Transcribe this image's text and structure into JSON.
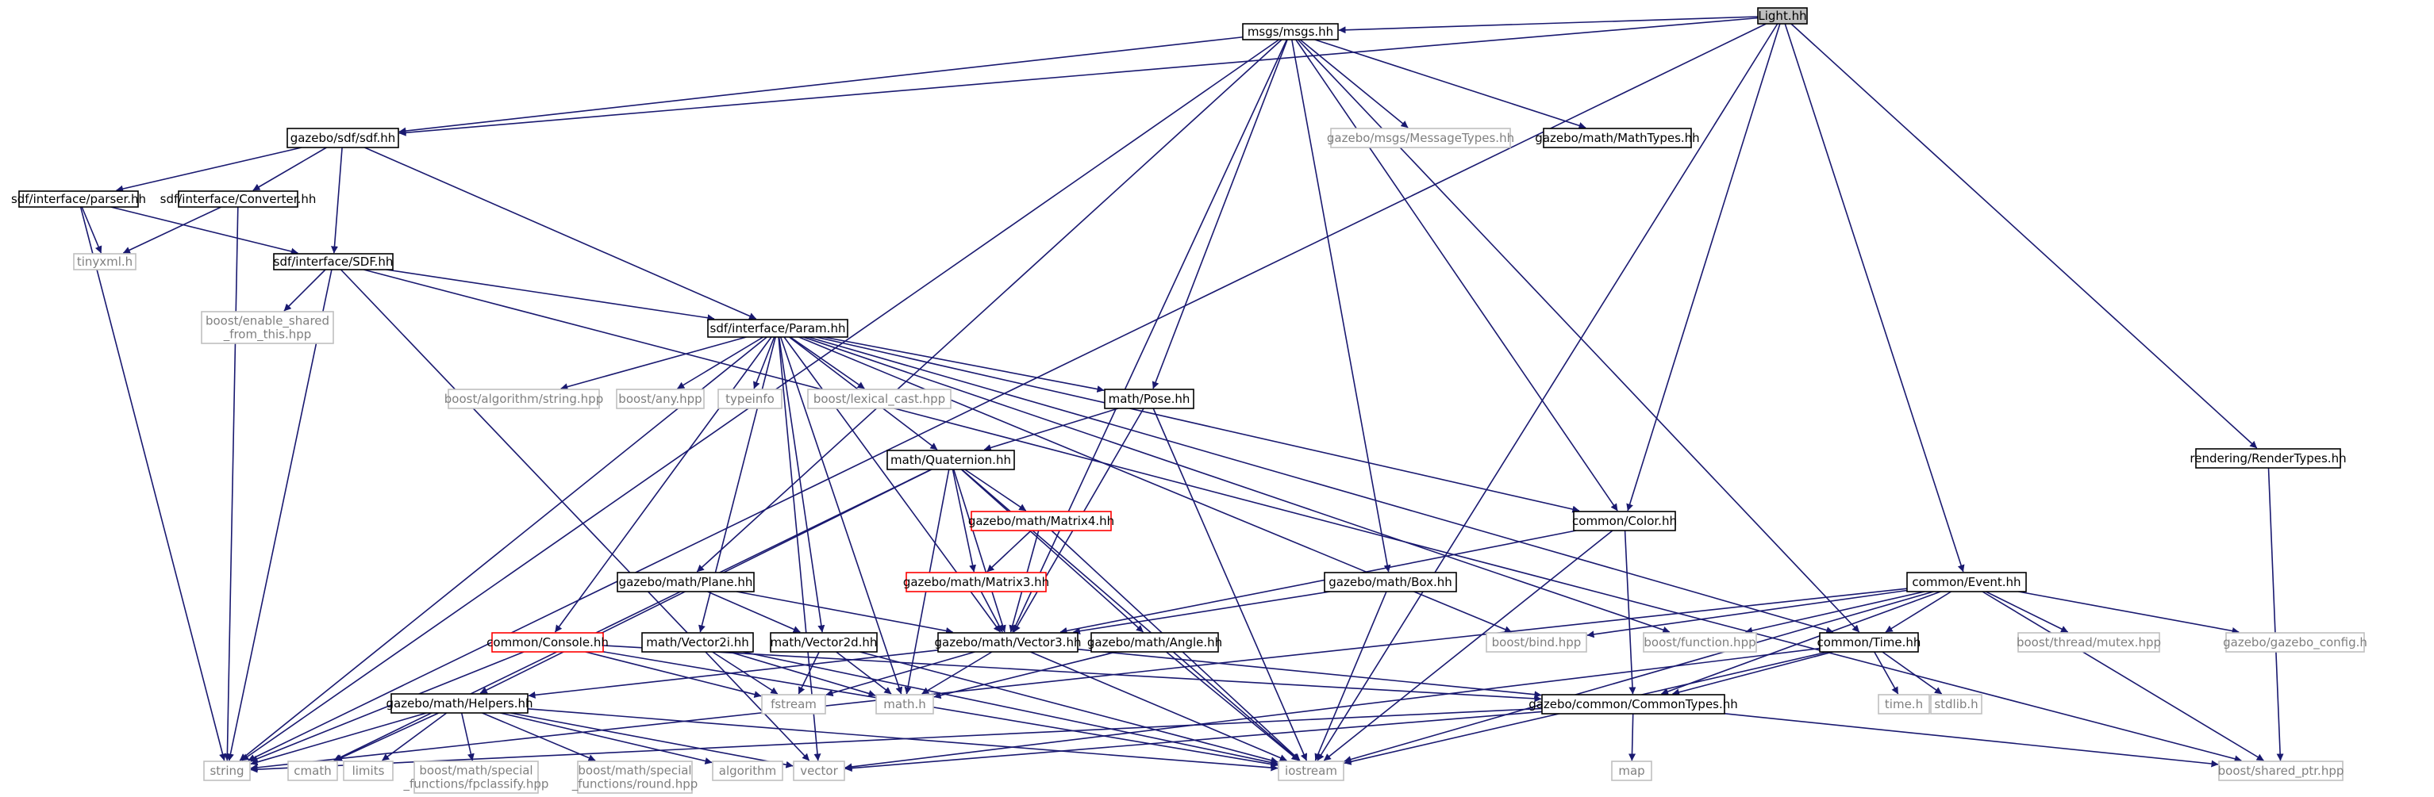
{
  "diagram": {
    "type": "include-dependency-graph",
    "nodes": [
      {
        "id": "root",
        "label": "Light.hh",
        "kind": "root"
      },
      {
        "id": "msgs",
        "label": "msgs/msgs.hh",
        "kind": "doc"
      },
      {
        "id": "sdfsdf",
        "label": "gazebo/sdf/sdf.hh",
        "kind": "doc"
      },
      {
        "id": "parser",
        "label": "sdf/interface/parser.hh",
        "kind": "doc"
      },
      {
        "id": "converter",
        "label": "sdf/interface/Converter.hh",
        "kind": "doc"
      },
      {
        "id": "sdfi",
        "label": "sdf/interface/SDF.hh",
        "kind": "doc"
      },
      {
        "id": "param",
        "label": "sdf/interface/Param.hh",
        "kind": "doc"
      },
      {
        "id": "msgtypes",
        "label": "gazebo/msgs/MessageTypes.hh",
        "kind": "ext"
      },
      {
        "id": "mathtypes",
        "label": "gazebo/math/MathTypes.hh",
        "kind": "doc"
      },
      {
        "id": "tinyxml",
        "label": "tinyxml.h",
        "kind": "ext"
      },
      {
        "id": "enableshared",
        "label": [
          "boost/enable_shared",
          "_from_this.hpp"
        ],
        "kind": "ext"
      },
      {
        "id": "balgo",
        "label": "boost/algorithm/string.hpp",
        "kind": "ext"
      },
      {
        "id": "bany",
        "label": "boost/any.hpp",
        "kind": "ext"
      },
      {
        "id": "typeinfo",
        "label": "typeinfo",
        "kind": "ext"
      },
      {
        "id": "blexical",
        "label": "boost/lexical_cast.hpp",
        "kind": "ext"
      },
      {
        "id": "pose",
        "label": "math/Pose.hh",
        "kind": "doc"
      },
      {
        "id": "quat",
        "label": "math/Quaternion.hh",
        "kind": "doc"
      },
      {
        "id": "matrix4",
        "label": "gazebo/math/Matrix4.hh",
        "kind": "red"
      },
      {
        "id": "matrix3",
        "label": "gazebo/math/Matrix3.hh",
        "kind": "red"
      },
      {
        "id": "color",
        "label": "common/Color.hh",
        "kind": "doc"
      },
      {
        "id": "plane",
        "label": "gazebo/math/Plane.hh",
        "kind": "doc"
      },
      {
        "id": "box",
        "label": "gazebo/math/Box.hh",
        "kind": "doc"
      },
      {
        "id": "console",
        "label": "common/Console.hh",
        "kind": "red"
      },
      {
        "id": "vec2i",
        "label": "math/Vector2i.hh",
        "kind": "doc"
      },
      {
        "id": "vec2d",
        "label": "math/Vector2d.hh",
        "kind": "doc"
      },
      {
        "id": "vec3",
        "label": "gazebo/math/Vector3.hh",
        "kind": "doc"
      },
      {
        "id": "angle",
        "label": "gazebo/math/Angle.hh",
        "kind": "doc"
      },
      {
        "id": "helpers",
        "label": "gazebo/math/Helpers.hh",
        "kind": "doc"
      },
      {
        "id": "fstream",
        "label": "fstream",
        "kind": "ext"
      },
      {
        "id": "mathh",
        "label": "math.h",
        "kind": "ext"
      },
      {
        "id": "rendertypes",
        "label": "rendering/RenderTypes.hh",
        "kind": "doc"
      },
      {
        "id": "event",
        "label": "common/Event.hh",
        "kind": "doc"
      },
      {
        "id": "bbind",
        "label": "boost/bind.hpp",
        "kind": "ext"
      },
      {
        "id": "bfunction",
        "label": "boost/function.hpp",
        "kind": "ext"
      },
      {
        "id": "bmutex",
        "label": "boost/thread/mutex.hpp",
        "kind": "ext"
      },
      {
        "id": "gzconfig",
        "label": "gazebo/gazebo_config.h",
        "kind": "ext"
      },
      {
        "id": "time",
        "label": "common/Time.hh",
        "kind": "doc"
      },
      {
        "id": "commontypes",
        "label": "gazebo/common/CommonTypes.hh",
        "kind": "doc"
      },
      {
        "id": "timeh",
        "label": "time.h",
        "kind": "ext"
      },
      {
        "id": "stdlib",
        "label": "stdlib.h",
        "kind": "ext"
      },
      {
        "id": "string",
        "label": "string",
        "kind": "ext"
      },
      {
        "id": "cmath",
        "label": "cmath",
        "kind": "ext"
      },
      {
        "id": "limits",
        "label": "limits",
        "kind": "ext"
      },
      {
        "id": "fpclassify",
        "label": [
          "boost/math/special",
          "_functions/fpclassify.hpp"
        ],
        "kind": "ext"
      },
      {
        "id": "round",
        "label": [
          "boost/math/special",
          "_functions/round.hpp"
        ],
        "kind": "ext"
      },
      {
        "id": "algorithm",
        "label": "algorithm",
        "kind": "ext"
      },
      {
        "id": "vector",
        "label": "vector",
        "kind": "ext"
      },
      {
        "id": "iostream",
        "label": "iostream",
        "kind": "ext"
      },
      {
        "id": "map",
        "label": "map",
        "kind": "ext"
      },
      {
        "id": "bshared",
        "label": "boost/shared_ptr.hpp",
        "kind": "ext"
      }
    ],
    "edges": [
      [
        "root",
        "msgs"
      ],
      [
        "root",
        "sdfsdf"
      ],
      [
        "root",
        "string"
      ],
      [
        "root",
        "color"
      ],
      [
        "root",
        "iostream"
      ],
      [
        "root",
        "event"
      ],
      [
        "root",
        "rendertypes"
      ],
      [
        "msgs",
        "sdfsdf"
      ],
      [
        "msgs",
        "msgtypes"
      ],
      [
        "msgs",
        "mathtypes"
      ],
      [
        "msgs",
        "pose"
      ],
      [
        "msgs",
        "plane"
      ],
      [
        "msgs",
        "box"
      ],
      [
        "msgs",
        "vec3"
      ],
      [
        "msgs",
        "color"
      ],
      [
        "msgs",
        "time"
      ],
      [
        "msgs",
        "string"
      ],
      [
        "sdfsdf",
        "parser"
      ],
      [
        "sdfsdf",
        "converter"
      ],
      [
        "sdfsdf",
        "sdfi"
      ],
      [
        "sdfsdf",
        "param"
      ],
      [
        "parser",
        "tinyxml"
      ],
      [
        "parser",
        "sdfi"
      ],
      [
        "parser",
        "string"
      ],
      [
        "converter",
        "tinyxml"
      ],
      [
        "converter",
        "string"
      ],
      [
        "sdfi",
        "enableshared"
      ],
      [
        "sdfi",
        "param"
      ],
      [
        "sdfi",
        "string"
      ],
      [
        "sdfi",
        "vector"
      ],
      [
        "sdfi",
        "bshared"
      ],
      [
        "param",
        "balgo"
      ],
      [
        "param",
        "bany"
      ],
      [
        "param",
        "typeinfo"
      ],
      [
        "param",
        "blexical"
      ],
      [
        "param",
        "pose"
      ],
      [
        "param",
        "quat"
      ],
      [
        "param",
        "color"
      ],
      [
        "param",
        "console"
      ],
      [
        "param",
        "vec2i"
      ],
      [
        "param",
        "vec2d"
      ],
      [
        "param",
        "vec3"
      ],
      [
        "param",
        "time"
      ],
      [
        "param",
        "bbind"
      ],
      [
        "param",
        "bfunction"
      ],
      [
        "param",
        "mathh"
      ],
      [
        "param",
        "string"
      ],
      [
        "param",
        "vector"
      ],
      [
        "pose",
        "quat"
      ],
      [
        "pose",
        "vec3"
      ],
      [
        "pose",
        "iostream"
      ],
      [
        "quat",
        "matrix4"
      ],
      [
        "quat",
        "matrix3"
      ],
      [
        "quat",
        "vec3"
      ],
      [
        "quat",
        "angle"
      ],
      [
        "quat",
        "helpers"
      ],
      [
        "quat",
        "mathh"
      ],
      [
        "quat",
        "iostream"
      ],
      [
        "quat",
        "cmath"
      ],
      [
        "matrix4",
        "matrix3"
      ],
      [
        "matrix4",
        "vec3"
      ],
      [
        "matrix4",
        "iostream"
      ],
      [
        "matrix3",
        "vec3"
      ],
      [
        "color",
        "vec3"
      ],
      [
        "color",
        "commontypes"
      ],
      [
        "color",
        "iostream"
      ],
      [
        "plane",
        "vec2d"
      ],
      [
        "plane",
        "vec3"
      ],
      [
        "box",
        "vec3"
      ],
      [
        "box",
        "iostream"
      ],
      [
        "console",
        "commontypes"
      ],
      [
        "console",
        "iostream"
      ],
      [
        "console",
        "string"
      ],
      [
        "console",
        "fstream"
      ],
      [
        "vec2i",
        "fstream"
      ],
      [
        "vec2i",
        "mathh"
      ],
      [
        "vec2i",
        "iostream"
      ],
      [
        "vec2d",
        "fstream"
      ],
      [
        "vec2d",
        "mathh"
      ],
      [
        "vec2d",
        "iostream"
      ],
      [
        "vec3",
        "helpers"
      ],
      [
        "vec3",
        "fstream"
      ],
      [
        "vec3",
        "mathh"
      ],
      [
        "vec3",
        "iostream"
      ],
      [
        "vec3",
        "commontypes"
      ],
      [
        "angle",
        "mathh"
      ],
      [
        "angle",
        "iostream"
      ],
      [
        "helpers",
        "string"
      ],
      [
        "helpers",
        "cmath"
      ],
      [
        "helpers",
        "limits"
      ],
      [
        "helpers",
        "fpclassify"
      ],
      [
        "helpers",
        "round"
      ],
      [
        "helpers",
        "algorithm"
      ],
      [
        "helpers",
        "vector"
      ],
      [
        "helpers",
        "iostream"
      ],
      [
        "event",
        "bbind"
      ],
      [
        "event",
        "bfunction"
      ],
      [
        "event",
        "bmutex"
      ],
      [
        "event",
        "gzconfig"
      ],
      [
        "event",
        "time"
      ],
      [
        "event",
        "commontypes"
      ],
      [
        "event",
        "bshared"
      ],
      [
        "event",
        "iostream"
      ],
      [
        "event",
        "string"
      ],
      [
        "time",
        "commontypes"
      ],
      [
        "time",
        "timeh"
      ],
      [
        "time",
        "stdlib"
      ],
      [
        "time",
        "iostream"
      ],
      [
        "time",
        "vector"
      ],
      [
        "commontypes",
        "string"
      ],
      [
        "commontypes",
        "vector"
      ],
      [
        "commontypes",
        "map"
      ],
      [
        "commontypes",
        "bshared"
      ],
      [
        "rendertypes",
        "bshared"
      ]
    ]
  }
}
